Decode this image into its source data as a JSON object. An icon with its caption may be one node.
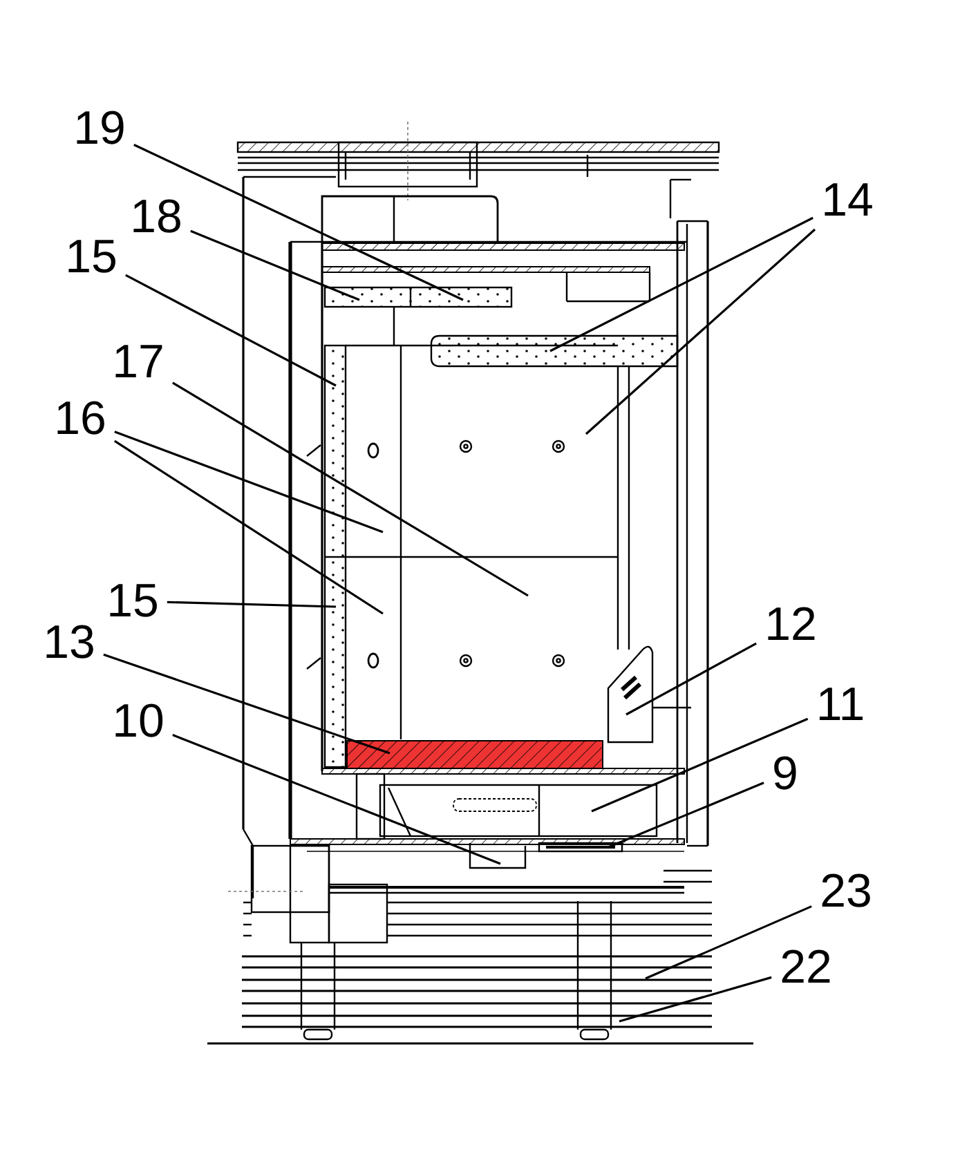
{
  "diagram": {
    "nodes": [
      {
        "text": [
          "19"
        ]
      },
      {
        "text": [
          "18"
        ]
      },
      {
        "text": [
          "15"
        ]
      },
      {
        "text": [
          "17"
        ]
      },
      {
        "text": [
          "16"
        ]
      },
      {
        "text": [
          "15"
        ]
      },
      {
        "text": [
          "13"
        ]
      },
      {
        "text": [
          "10"
        ]
      },
      {
        "text": [
          "14"
        ]
      },
      {
        "text": [
          "12"
        ]
      },
      {
        "text": [
          "11"
        ]
      },
      {
        "text": [
          "9"
        ]
      },
      {
        "text": [
          "23"
        ]
      },
      {
        "text": [
          "22"
        ]
      }
    ],
    "edges": [
      {
        "from": 0,
        "to": null,
        "arrow": "none"
      },
      {
        "from": 1,
        "to": null,
        "arrow": "none"
      },
      {
        "from": 2,
        "to": null,
        "arrow": "none"
      },
      {
        "from": 3,
        "to": null,
        "arrow": "none"
      },
      {
        "from": 4,
        "to": null,
        "arrow": "none"
      },
      {
        "from": 4,
        "to": null,
        "arrow": "none"
      },
      {
        "from": 5,
        "to": null,
        "arrow": "none"
      },
      {
        "from": 6,
        "to": null,
        "arrow": "none"
      },
      {
        "from": 7,
        "to": null,
        "arrow": "none"
      },
      {
        "from": 8,
        "to": null,
        "arrow": "none"
      },
      {
        "from": 8,
        "to": null,
        "arrow": "none"
      },
      {
        "from": 9,
        "to": null,
        "arrow": "none"
      },
      {
        "from": 10,
        "to": null,
        "arrow": "none"
      },
      {
        "from": 11,
        "to": null,
        "arrow": "none"
      },
      {
        "from": 12,
        "to": null,
        "arrow": "none"
      },
      {
        "from": 13,
        "to": null,
        "arrow": "none"
      }
    ]
  }
}
